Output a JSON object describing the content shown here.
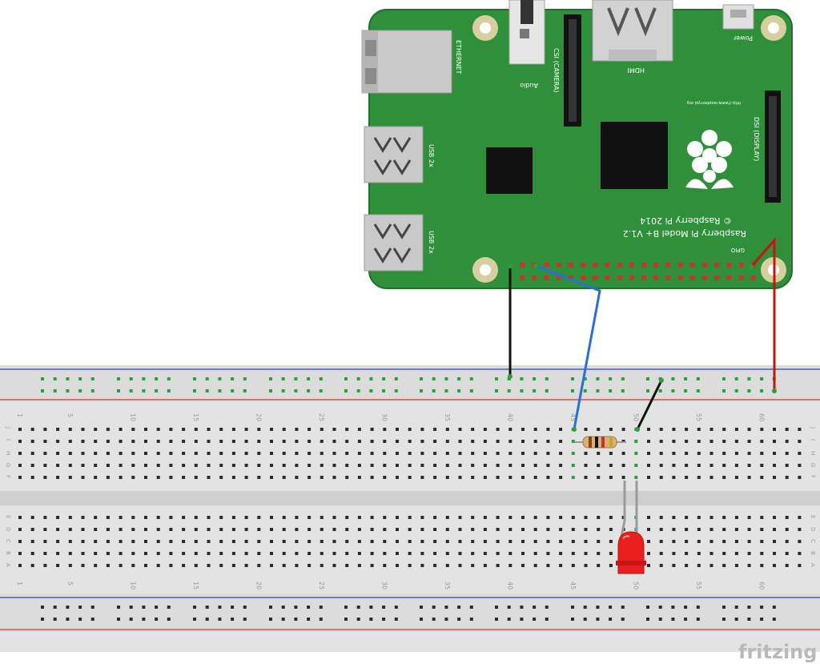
{
  "board": {
    "ethernet_label": "ETHERNET",
    "audio_label": "Audio",
    "csi_label": "CSI (CAMERA)",
    "hdmi_label": "HDMI",
    "power_label": "Power",
    "usb1_label": "USB 2x",
    "usb2_label": "USB 2x",
    "dsi_label": "DSI (DISPLAY)",
    "url_label": "http://www.raspberrypi.org",
    "model_label": "Raspberry Pi Model B+ V1.2",
    "copyright_label": "© Raspberry Pi 2014",
    "gpio_label": "GPIO",
    "pcb_color": "#2f8f3a",
    "gpio_pin_top": "#c0392b",
    "gpio_pin_bottom": "#c0392b"
  },
  "breadboard": {
    "column_numbers": [
      "1",
      "5",
      "10",
      "15",
      "20",
      "25",
      "30",
      "35",
      "40",
      "45",
      "50",
      "55",
      "60"
    ],
    "row_letters_top": [
      "J",
      "I",
      "H",
      "G",
      "F"
    ],
    "row_letters_bottom": [
      "E",
      "D",
      "C",
      "B",
      "A"
    ],
    "rail_red": "#d33",
    "rail_blue": "#3344aa",
    "active_hole": "#2e9e3a"
  },
  "components": {
    "resistor": "resistor",
    "led_color": "#e82020"
  },
  "wires": {
    "ground_color": "#111111",
    "signal_color": "#2a6fd6",
    "power_color": "#cc1111"
  },
  "watermark": "fritzing"
}
